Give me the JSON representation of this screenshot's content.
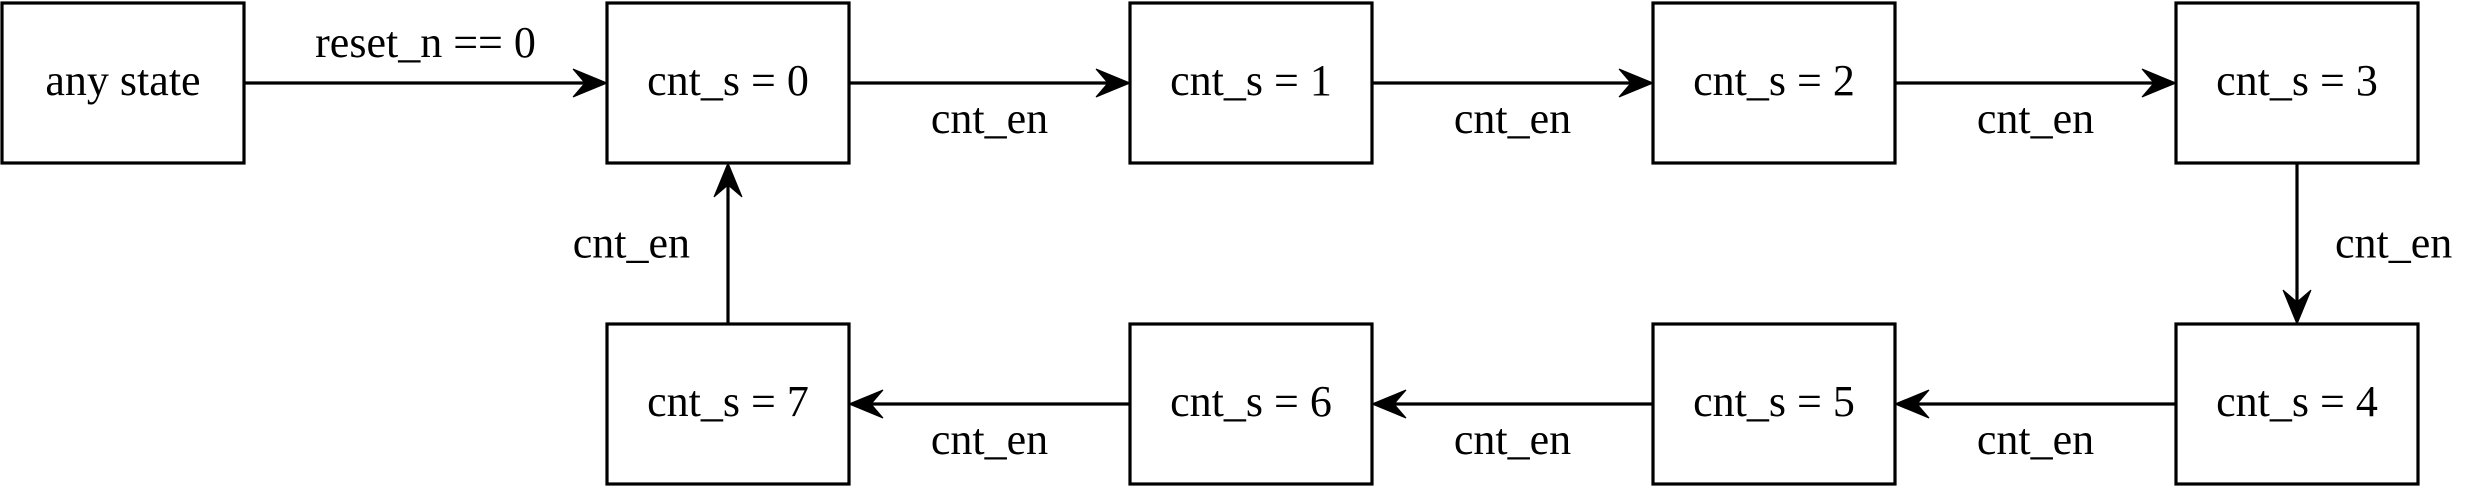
{
  "states": [
    {
      "id": "any",
      "label": "any state"
    },
    {
      "id": "s0",
      "label": "cnt_s = 0"
    },
    {
      "id": "s1",
      "label": "cnt_s = 1"
    },
    {
      "id": "s2",
      "label": "cnt_s = 2"
    },
    {
      "id": "s3",
      "label": "cnt_s = 3"
    },
    {
      "id": "s4",
      "label": "cnt_s = 4"
    },
    {
      "id": "s5",
      "label": "cnt_s = 5"
    },
    {
      "id": "s6",
      "label": "cnt_s = 6"
    },
    {
      "id": "s7",
      "label": "cnt_s = 7"
    }
  ],
  "transitions": [
    {
      "from": "any",
      "to": "s0",
      "label": "reset_n == 0"
    },
    {
      "from": "s0",
      "to": "s1",
      "label": "cnt_en"
    },
    {
      "from": "s1",
      "to": "s2",
      "label": "cnt_en"
    },
    {
      "from": "s2",
      "to": "s3",
      "label": "cnt_en"
    },
    {
      "from": "s3",
      "to": "s4",
      "label": "cnt_en"
    },
    {
      "from": "s4",
      "to": "s5",
      "label": "cnt_en"
    },
    {
      "from": "s5",
      "to": "s6",
      "label": "cnt_en"
    },
    {
      "from": "s6",
      "to": "s7",
      "label": "cnt_en"
    },
    {
      "from": "s7",
      "to": "s0",
      "label": "cnt_en"
    }
  ]
}
